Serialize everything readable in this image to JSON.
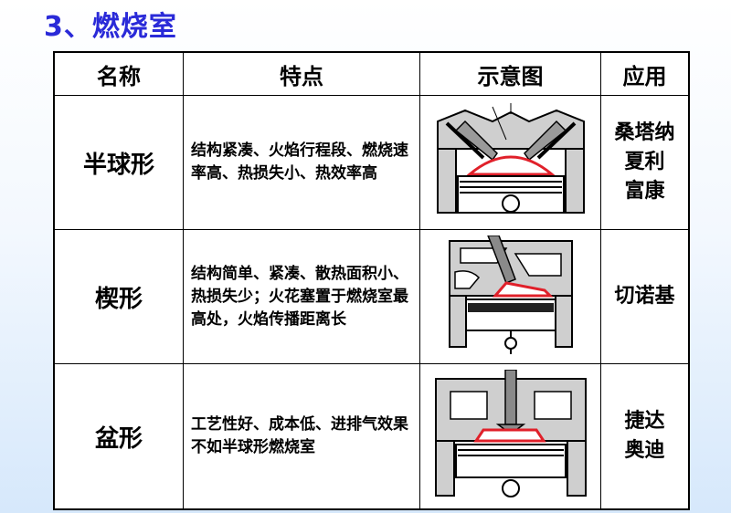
{
  "title": "3、燃烧室",
  "table": {
    "headers": [
      "名称",
      "特点",
      "示意图",
      "应用"
    ],
    "rows": [
      {
        "name": "半球形",
        "features": "结构紧凑、火焰行程段、燃烧速率高、热损失小、热效率高",
        "application": "桑塔纳\n夏利\n富康",
        "diagram": "hemispherical-chamber-diagram"
      },
      {
        "name": "楔形",
        "features": "结构简单、紧凑、散热面积小、热损失少；火花塞置于燃烧室最高处，火焰传播距离长",
        "application": "切诺基",
        "diagram": "wedge-chamber-diagram"
      },
      {
        "name": "盆形",
        "features": "工艺性好、成本低、进排气效果不如半球形燃烧室",
        "application": "捷达\n奥迪",
        "diagram": "bathtub-chamber-diagram"
      }
    ]
  },
  "colors": {
    "title": "#2a2ad8",
    "chamber_highlight": "#e0202a"
  }
}
